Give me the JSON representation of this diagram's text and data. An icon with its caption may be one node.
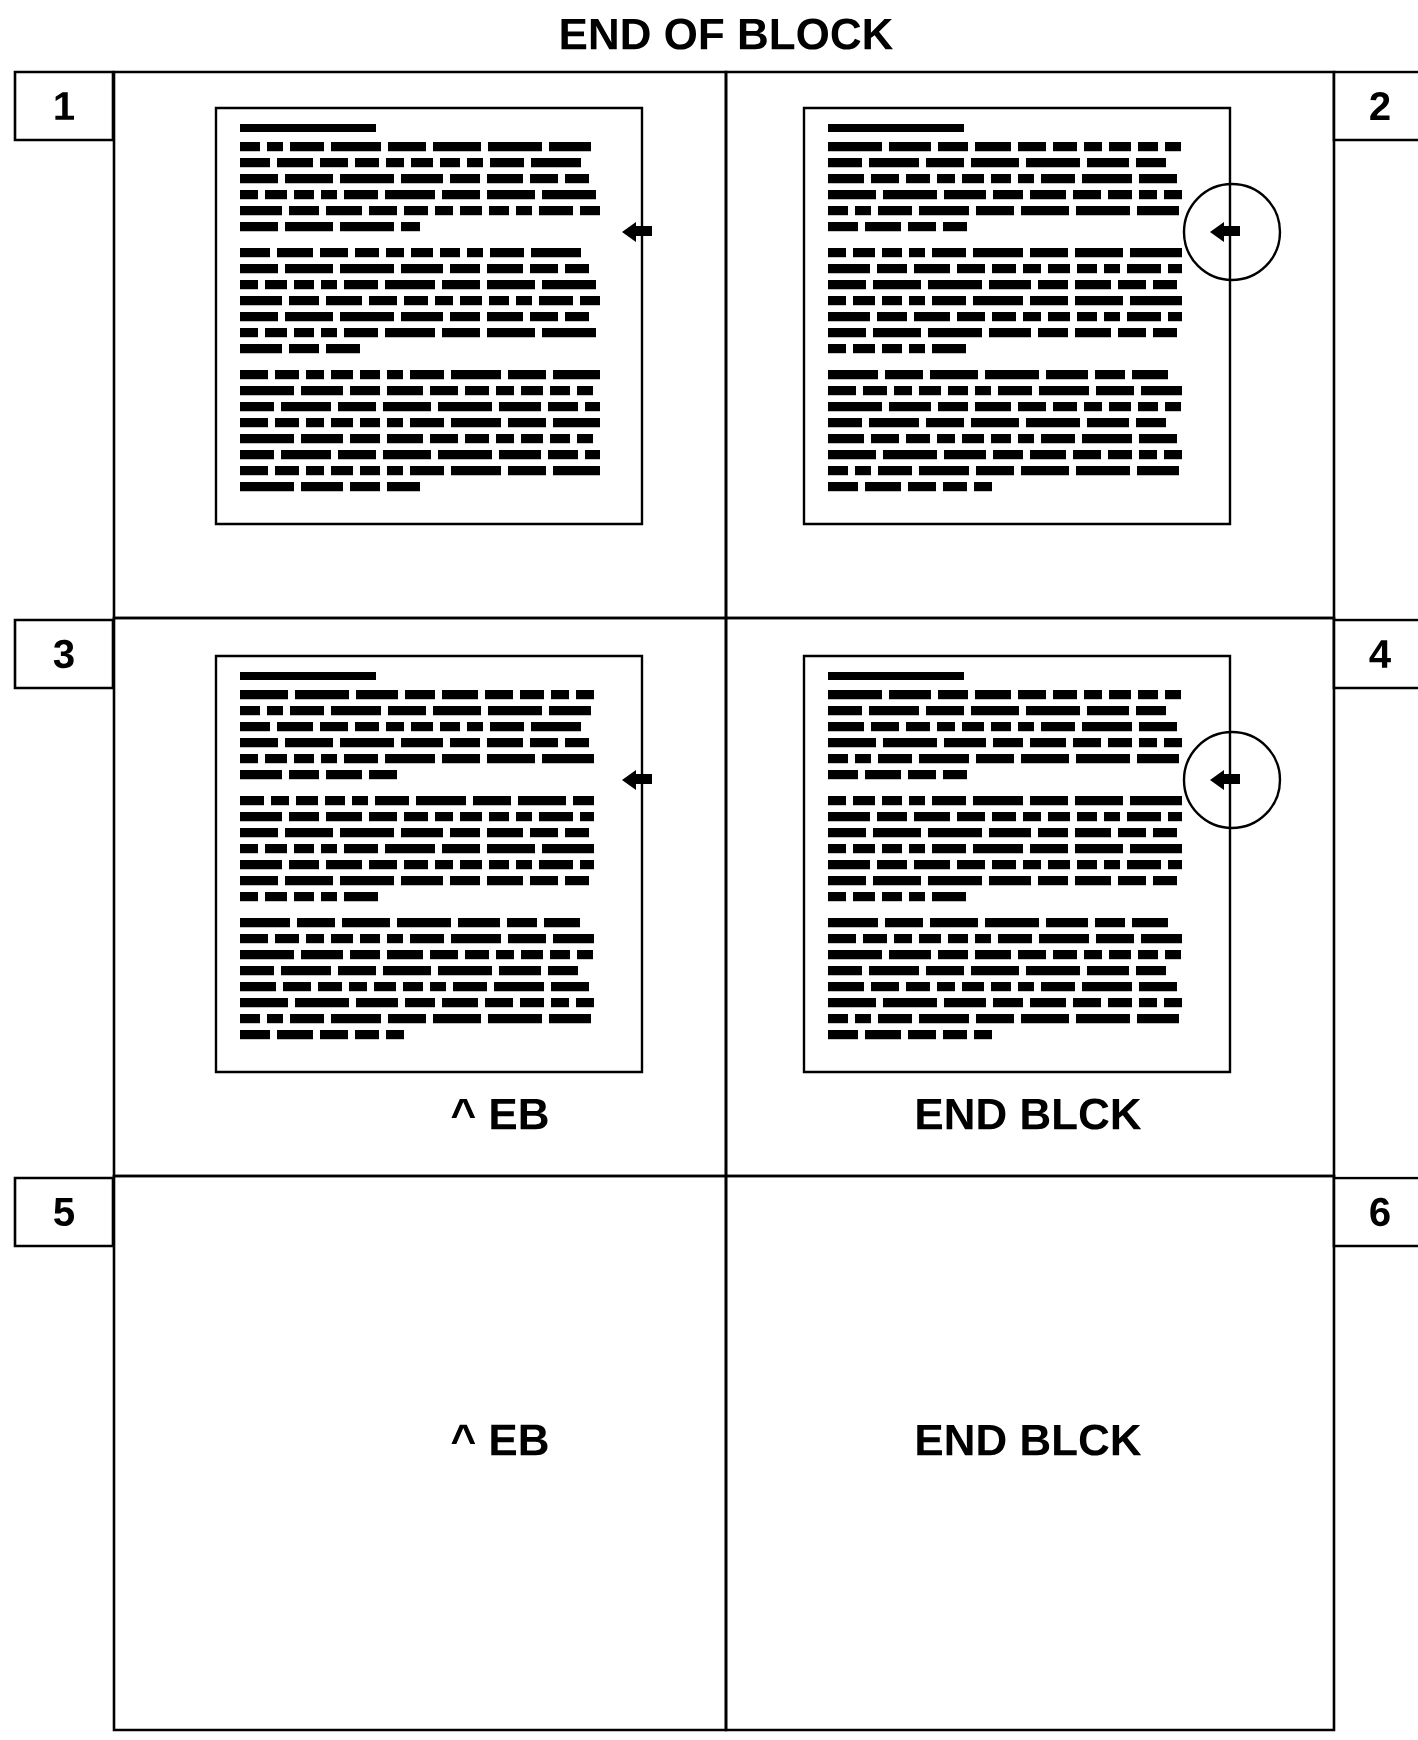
{
  "diagram": {
    "title": "END OF BLOCK",
    "labels": [
      "1",
      "2",
      "3",
      "4",
      "^ EB",
      "END BLCK",
      "5",
      "6",
      "^ EB",
      "END BLCK"
    ]
  }
}
